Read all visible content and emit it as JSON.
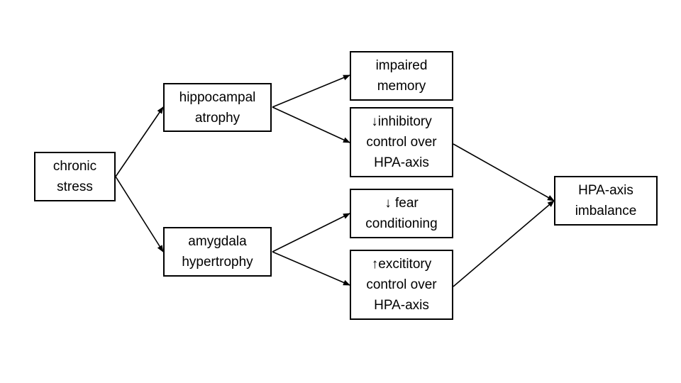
{
  "nodes": {
    "chronic_stress": [
      "chronic",
      "stress"
    ],
    "hippocampal_atrophy": [
      "hippocampal",
      "atrophy"
    ],
    "amygdala_hypertrophy": [
      "amygdala",
      "hypertrophy"
    ],
    "impaired_memory": [
      "impaired",
      "memory"
    ],
    "inhibitory_control": [
      "↓inhibitory",
      "control over",
      "HPA-axis"
    ],
    "fear_conditioning": [
      "↓ fear",
      "conditioning"
    ],
    "excitatory_control": [
      "↑excititory",
      "control over",
      "HPA-axis"
    ],
    "hpa_imbalance": [
      "HPA-axis",
      "imbalance"
    ]
  },
  "edges": [
    [
      "chronic_stress",
      "hippocampal_atrophy"
    ],
    [
      "chronic_stress",
      "amygdala_hypertrophy"
    ],
    [
      "hippocampal_atrophy",
      "impaired_memory"
    ],
    [
      "hippocampal_atrophy",
      "inhibitory_control"
    ],
    [
      "amygdala_hypertrophy",
      "fear_conditioning"
    ],
    [
      "amygdala_hypertrophy",
      "excitatory_control"
    ],
    [
      "inhibitory_control",
      "hpa_imbalance"
    ],
    [
      "excitatory_control",
      "hpa_imbalance"
    ]
  ],
  "colors": {
    "stroke": "#000000",
    "background": "#ffffff",
    "text": "#000000"
  }
}
